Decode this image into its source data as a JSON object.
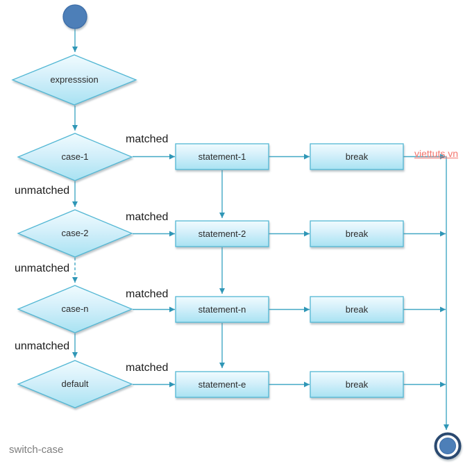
{
  "title": "switch-case",
  "watermark": "viettuts.vn",
  "expression": {
    "label": "expresssion"
  },
  "rows": [
    {
      "case": "case-1",
      "statement": "statement-1",
      "break": "break",
      "matched": "matched",
      "unmatched": "unmatched"
    },
    {
      "case": "case-2",
      "statement": "statement-2",
      "break": "break",
      "matched": "matched",
      "unmatched": "unmatched"
    },
    {
      "case": "case-n",
      "statement": "statement-n",
      "break": "break",
      "matched": "matched",
      "unmatched": "unmatched"
    },
    {
      "case": "default",
      "statement": "statement-e",
      "break": "break",
      "matched": "matched"
    }
  ],
  "colors": {
    "connector_line": "#42a8c5",
    "arrowhead": "#2f96b6",
    "shape_border": "#52b7d4",
    "shape_fill_top": "#eef9fd",
    "shape_fill_bottom": "#a8e2f2",
    "start_circle_fill": "#4d7fb8",
    "start_circle_border": "#3c6da8",
    "end_circle_ring": "#2c4a70",
    "end_circle_fill": "#4d7fb8",
    "node_text": "#2b2b2b",
    "edge_label_text": "#1c1c1c",
    "title_text": "#7d7d7d",
    "watermark_text": "#f3756d"
  }
}
